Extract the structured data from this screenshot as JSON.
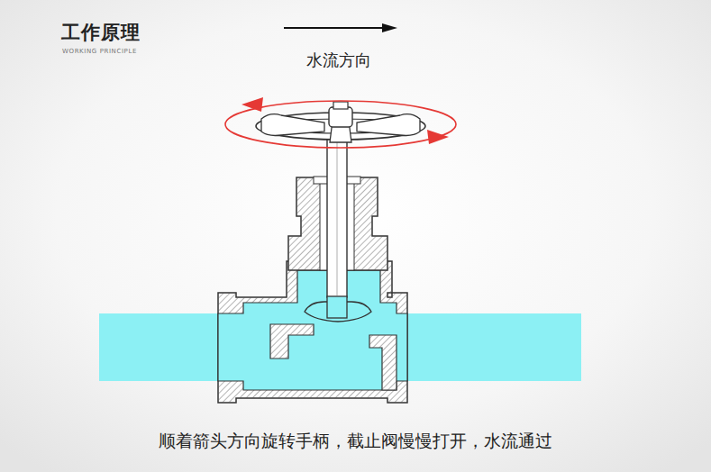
{
  "diagram": {
    "title": "工作原理",
    "caption": "顺着箭头方向旋转手柄，截止阀慢慢打开，水流通过",
    "labels": [
      "WORKING PRINCIPLE",
      "水流方向"
    ]
  }
}
